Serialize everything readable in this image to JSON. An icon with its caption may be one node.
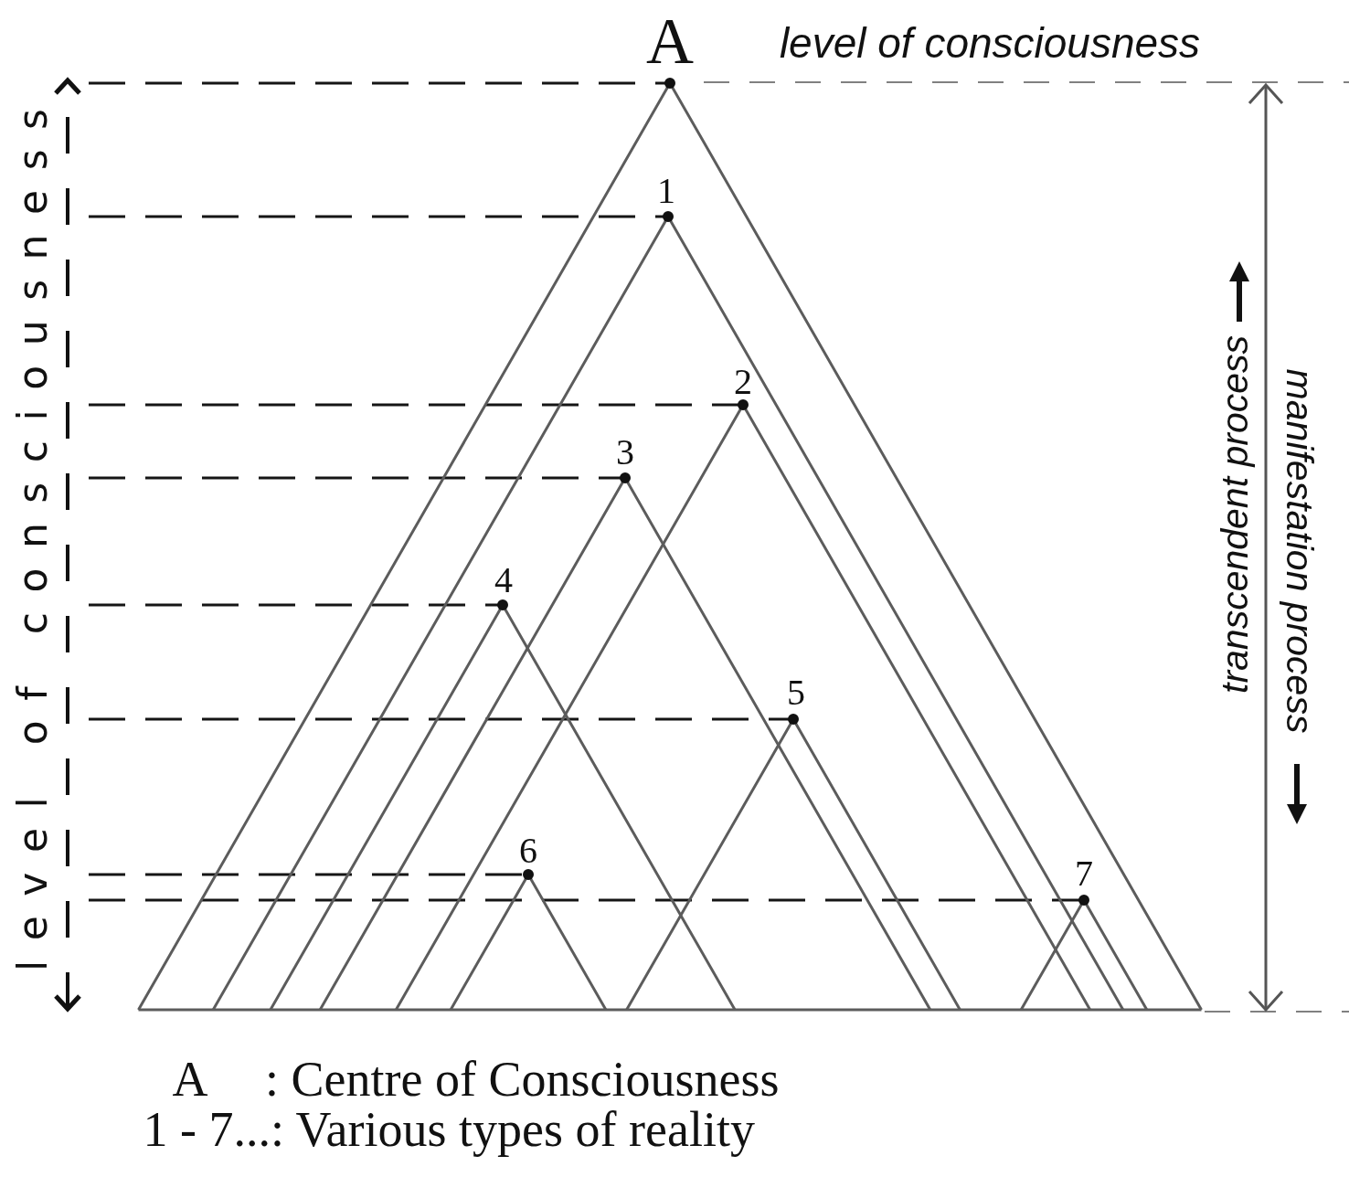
{
  "diagram": {
    "labels": [
      "A",
      "level of consciousness",
      "level of consciousness",
      "1",
      "2",
      "3",
      "4",
      "5",
      "6",
      "7",
      "transcendent process",
      "manifestation process",
      "A",
      ": Centre of Consciousness",
      "1 - 7...",
      ": Various types of reality"
    ]
  }
}
